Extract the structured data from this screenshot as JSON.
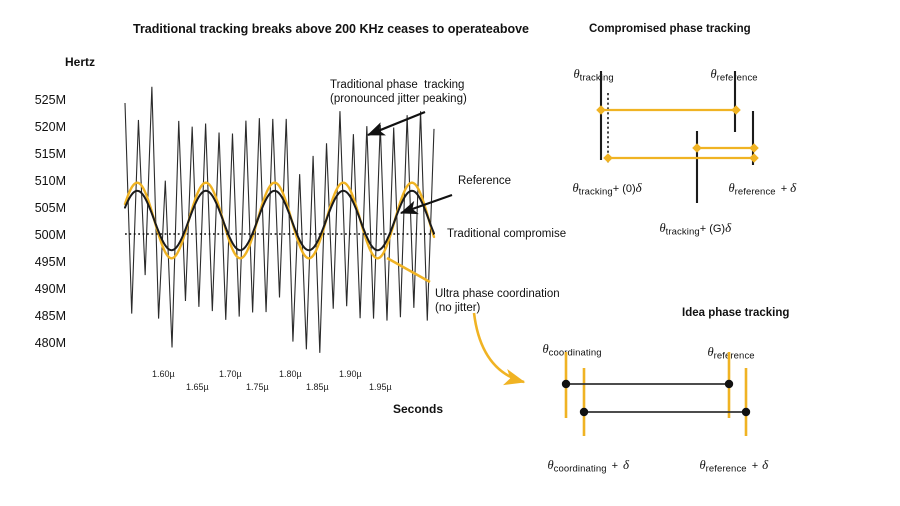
{
  "page": {
    "background": "#ffffff",
    "accent_yellow": "#f0b323",
    "line_dark": "#2b2b2b"
  },
  "chart_data": {
    "type": "line",
    "title": "Traditional tracking breaks above 200 KHz ceases to operateabove",
    "xlabel": "Seconds",
    "ylabel": "Hertz",
    "ylim": [
      478,
      528
    ],
    "yticks": [
      "525M",
      "520M",
      "515M",
      "510M",
      "505M",
      "500M",
      "495M",
      "490M",
      "485M",
      "480M"
    ],
    "ytick_values": [
      525,
      520,
      515,
      510,
      505,
      500,
      495,
      490,
      485,
      480
    ],
    "xticks": [
      "1.60µ",
      "1.65µ",
      "1.70µ",
      "1.75µ",
      "1.80µ",
      "1.85µ",
      "1.90µ",
      "1.95µ"
    ],
    "xtick_values": [
      1.6,
      1.65,
      1.7,
      1.75,
      1.8,
      1.85,
      1.9,
      1.95
    ],
    "xlim": [
      1.575,
      1.975
    ],
    "grid": false,
    "reference_line": {
      "label": "Traditional compromise",
      "value": 500,
      "style": "dotted"
    },
    "series": [
      {
        "name": "Traditional phase tracking (pronounced jitter peaking)",
        "color": "#2b2b2b",
        "style": "jitter",
        "amplitude": 25,
        "center": 503,
        "note": "high-frequency spiky waveform spanning roughly 478M to 528M"
      },
      {
        "name": "Reference",
        "color": "#1b1b1b",
        "style": "sine",
        "amplitude": 5.5,
        "center": 502.5,
        "cycles": 4.5
      },
      {
        "name": "Ultra phase coordination (no jitter)",
        "color": "#f0b323",
        "style": "sine",
        "amplitude": 7.0,
        "center": 502.5,
        "cycles": 4.5
      }
    ],
    "annotations": [
      {
        "id": "jitter",
        "text": "Traditional phase  tracking\n(pronounced jitter peaking)",
        "arrow_color": "#111111"
      },
      {
        "id": "reference",
        "text": "Reference",
        "arrow_color": "#111111"
      },
      {
        "id": "compromise",
        "text": "Traditional compromise",
        "arrow_color": "#111111"
      },
      {
        "id": "ultra",
        "text": "Ultra phase coordination\n(no jitter)",
        "arrow_color": "#f0b323"
      }
    ]
  },
  "compromised_diagram": {
    "title": "Compromised phase tracking",
    "labels": {
      "tracking_top": {
        "theta": "θ",
        "sub": "tracking"
      },
      "reference_top": {
        "theta": "θ",
        "sub": "reference"
      },
      "tracking_zero": {
        "theta": "θ",
        "sub": "tracking",
        "op": "+ (0)",
        "delta": "δ"
      },
      "tracking_gain": {
        "theta": "θ",
        "sub": "tracking",
        "op": "+ (G)",
        "delta": "δ"
      },
      "reference_delta": {
        "theta": "θ",
        "sub": "reference",
        "op": "+",
        "delta": "δ"
      }
    }
  },
  "ideal_diagram": {
    "title": "Idea phase tracking",
    "labels": {
      "coordinating_top": {
        "theta": "θ",
        "sub": "coordinating"
      },
      "reference_top": {
        "theta": "θ",
        "sub": "reference"
      },
      "coordinating_delta": {
        "theta": "θ",
        "sub": "coordinating",
        "op": "+",
        "delta": "δ"
      },
      "reference_delta": {
        "theta": "θ",
        "sub": "reference",
        "op": "+",
        "delta": "δ"
      }
    }
  }
}
